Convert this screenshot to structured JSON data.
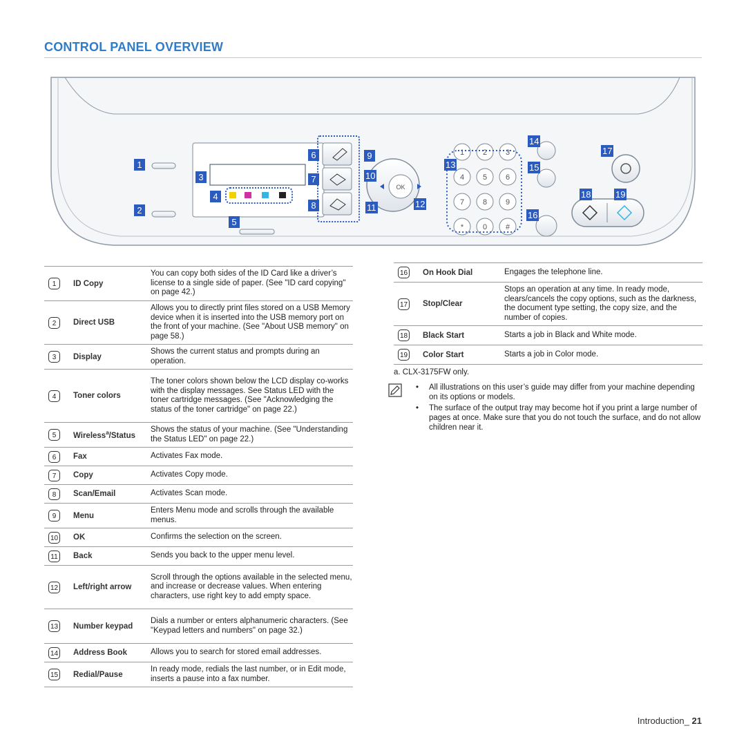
{
  "title": "CONTROL PANEL OVERVIEW",
  "diagram": {
    "callouts": [
      "1",
      "2",
      "3",
      "4",
      "5",
      "6",
      "7",
      "8",
      "9",
      "10",
      "11",
      "12",
      "13",
      "14",
      "15",
      "16",
      "17",
      "18",
      "19"
    ],
    "keypad": [
      "1",
      "2",
      "3",
      "4",
      "5",
      "6",
      "7",
      "8",
      "9",
      "*",
      "0",
      "#"
    ],
    "ok_label": "OK"
  },
  "left_table": [
    {
      "num": "1",
      "name": "ID Copy",
      "desc": "You can copy both sides of the ID Card like a driver’s license to a single side of paper. (See \"ID card copying\" on page 42.)"
    },
    {
      "num": "2",
      "name": "Direct USB",
      "desc": "Allows you to directly print files stored on a USB Memory device when it is inserted into the USB memory port on the front of your machine. (See \"About USB memory\" on page 58.)"
    },
    {
      "num": "3",
      "name": "Display",
      "desc": "Shows the current status and prompts during an operation."
    },
    {
      "num": "4",
      "name": "Toner colors",
      "desc": "The toner colors shown below the LCD display co-works with the display messages. See Status LED with the toner cartridge messages. (See \"Acknowledging the status of the toner cartridge\" on page 22.)"
    },
    {
      "num": "5",
      "name": "Wireless",
      "name_sup": "a",
      "name_suffix": "/Status",
      "desc": "Shows the status of your machine. (See \"Understanding the Status LED\" on page 22.)"
    },
    {
      "num": "6",
      "name": "Fax",
      "desc": "Activates Fax mode."
    },
    {
      "num": "7",
      "name": "Copy",
      "desc": "Activates Copy mode."
    },
    {
      "num": "8",
      "name": "Scan/Email",
      "desc": "Activates Scan mode."
    },
    {
      "num": "9",
      "name": "Menu",
      "desc": "Enters Menu mode and scrolls through the available menus."
    },
    {
      "num": "10",
      "name": "OK",
      "desc": "Confirms the selection on the screen."
    },
    {
      "num": "11",
      "name": "Back",
      "desc": "Sends you back to the upper menu level."
    },
    {
      "num": "12",
      "name": "Left/right arrow",
      "desc": "Scroll through the options available in the selected menu, and increase or decrease values. When entering characters, use right key to add empty space."
    },
    {
      "num": "13",
      "name": "Number keypad",
      "desc": "Dials a number or enters alphanumeric characters. (See \"Keypad letters and numbers\" on page 32.)"
    },
    {
      "num": "14",
      "name": "Address Book",
      "desc": "Allows you to search for stored email addresses."
    },
    {
      "num": "15",
      "name": "Redial/Pause",
      "desc": "In ready mode, redials the last number, or in Edit mode, inserts a pause into a fax number."
    }
  ],
  "right_table": [
    {
      "num": "16",
      "name": "On Hook Dial",
      "desc": "Engages the telephone line."
    },
    {
      "num": "17",
      "name": "Stop/Clear",
      "desc": "Stops an operation at any time. In ready mode, clears/cancels the copy options, such as the darkness, the document type setting, the copy size, and the number of copies."
    },
    {
      "num": "18",
      "name": "Black Start",
      "desc": "Starts a job in Black and White mode."
    },
    {
      "num": "19",
      "name": "Color Start",
      "desc": "Starts a job in Color mode."
    }
  ],
  "footnote": "a. CLX-3175FW only.",
  "notes": [
    "All illustrations on this user’s guide may differ from your machine depending on its options or models.",
    "The surface of the output tray may become hot if you print a large number of pages at once. Make sure that you do not touch the surface, and do not allow children near it."
  ],
  "footer": {
    "section": "Introduction_",
    "page": "21"
  },
  "colors": {
    "title": "#2f7cc9",
    "callout": "#2b5bbf",
    "yellow": "#f2d100",
    "magenta": "#d02fa0",
    "cyan": "#35b4e0",
    "black": "#222222"
  }
}
